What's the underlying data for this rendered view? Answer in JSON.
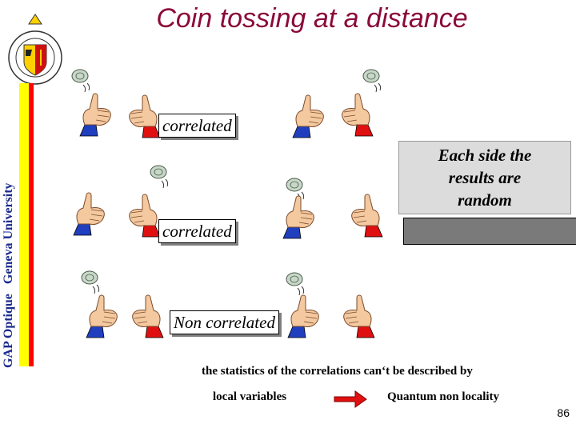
{
  "title": "Coin tossing at a distance",
  "sidebar": {
    "gap": "GAP Optique",
    "geneva": "Geneva University"
  },
  "labels": {
    "correlated_1": "correlated",
    "correlated_2": "correlated",
    "non_correlated": "Non correlated"
  },
  "random_note": [
    "Each side the",
    "results are",
    "random"
  ],
  "statistics_text": "the statistics of the correlations can‘t be described by",
  "local_variables": "local variables",
  "quantum_non_locality": "Quantum non locality",
  "page_number": "86",
  "colors": {
    "title": "#8b0a3a",
    "sidebar_text": "#1a2a8c",
    "sleeve_left": "#1f3fbf",
    "sleeve_right": "#e01010",
    "arrow": "#e01010"
  }
}
